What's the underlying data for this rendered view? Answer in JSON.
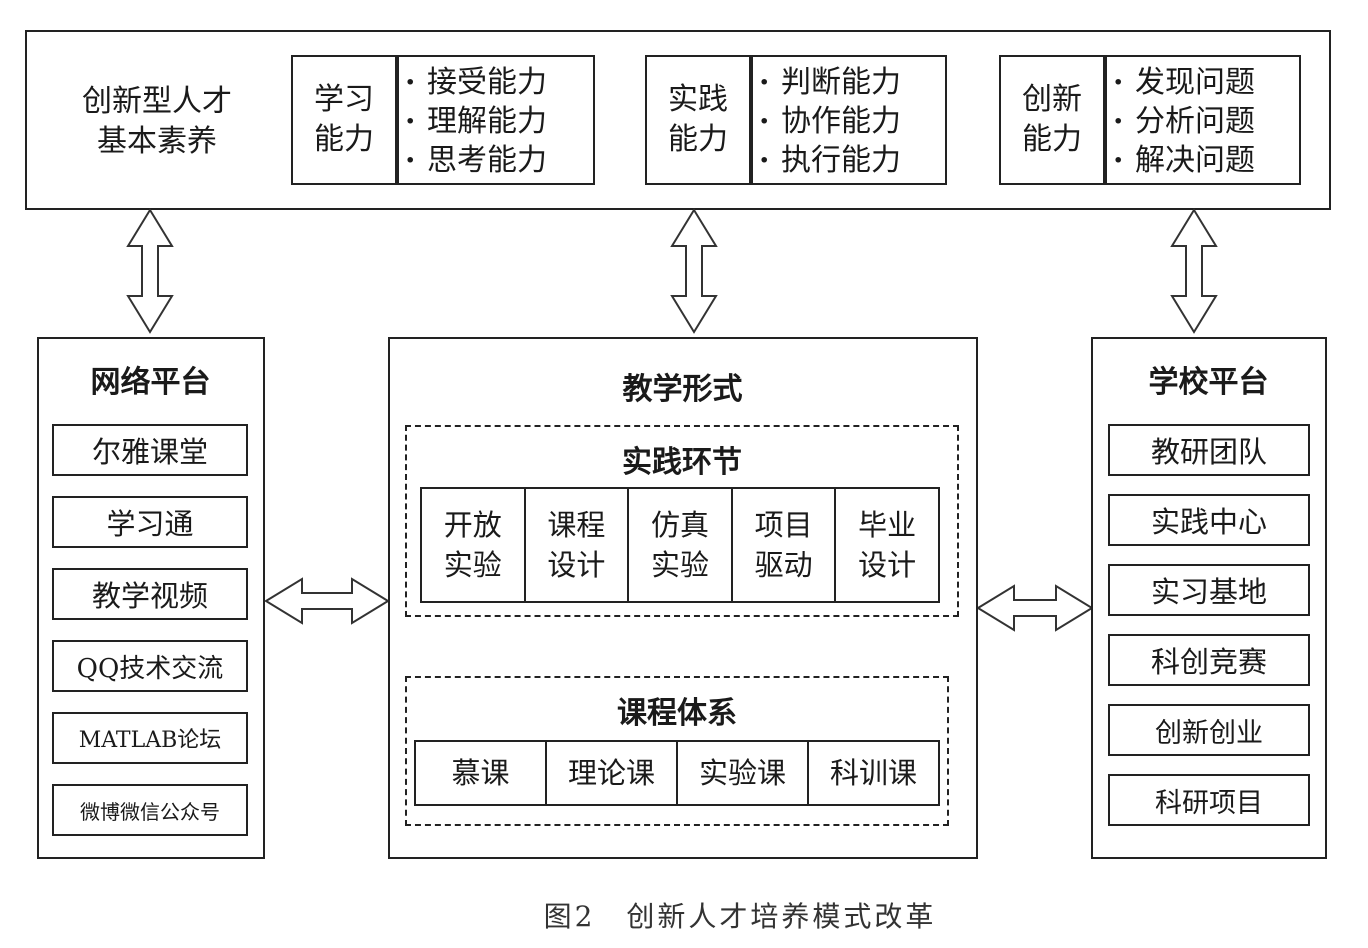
{
  "top": {
    "title_line1": "创新型人才",
    "title_line2": "基本素养",
    "abilities": [
      {
        "name_line1": "学习",
        "name_line2": "能力",
        "items": [
          "接受能力",
          "理解能力",
          "思考能力"
        ]
      },
      {
        "name_line1": "实践",
        "name_line2": "能力",
        "items": [
          "判断能力",
          "协作能力",
          "执行能力"
        ]
      },
      {
        "name_line1": "创新",
        "name_line2": "能力",
        "items": [
          "发现问题",
          "分析问题",
          "解决问题"
        ]
      }
    ]
  },
  "network_platform": {
    "title": "网络平台",
    "items": [
      "尔雅课堂",
      "学习通",
      "教学视频",
      "QQ技术交流",
      "MATLAB论坛",
      "微博微信公众号"
    ]
  },
  "teaching_forms": {
    "title": "教学形式",
    "practice": {
      "title": "实践环节",
      "items": [
        {
          "line1": "开放",
          "line2": "实验"
        },
        {
          "line1": "课程",
          "line2": "设计"
        },
        {
          "line1": "仿真",
          "line2": "实验"
        },
        {
          "line1": "项目",
          "line2": "驱动"
        },
        {
          "line1": "毕业",
          "line2": "设计"
        }
      ]
    },
    "curriculum": {
      "title": "课程体系",
      "items": [
        "慕课",
        "理论课",
        "实验课",
        "科训课"
      ]
    }
  },
  "school_platform": {
    "title": "学校平台",
    "items": [
      "教研团队",
      "实践中心",
      "实习基地",
      "科创竞赛",
      "创新创业",
      "科研项目"
    ]
  },
  "caption": "图2　创新人才培养模式改革"
}
